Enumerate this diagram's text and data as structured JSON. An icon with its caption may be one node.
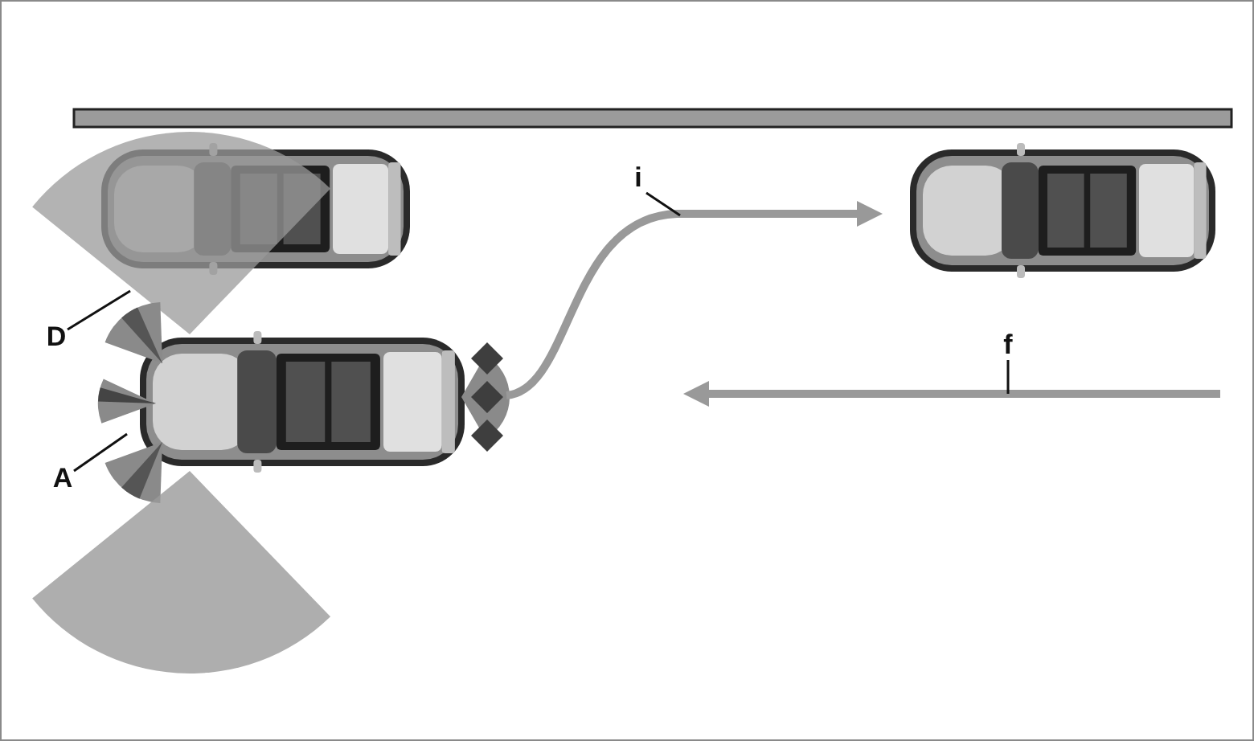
{
  "diagram": {
    "nodes": [
      {
        "text": [
          "D"
        ]
      },
      {
        "text": [
          "A"
        ]
      },
      {
        "text": [
          "i"
        ]
      },
      {
        "text": [
          "f"
        ]
      },
      {
        "text": [],
        "shape": "sector"
      },
      {
        "text": [],
        "shape": "sector"
      },
      {
        "text": [],
        "shape": "sector"
      }
    ],
    "edges": [
      {
        "from": 0,
        "to": 4,
        "arrow": "none"
      },
      {
        "from": 1,
        "to": 5,
        "arrow": "none"
      },
      {
        "from": 2,
        "to": null,
        "arrow": "none"
      },
      {
        "from": 3,
        "to": null,
        "arrow": "none"
      }
    ]
  }
}
